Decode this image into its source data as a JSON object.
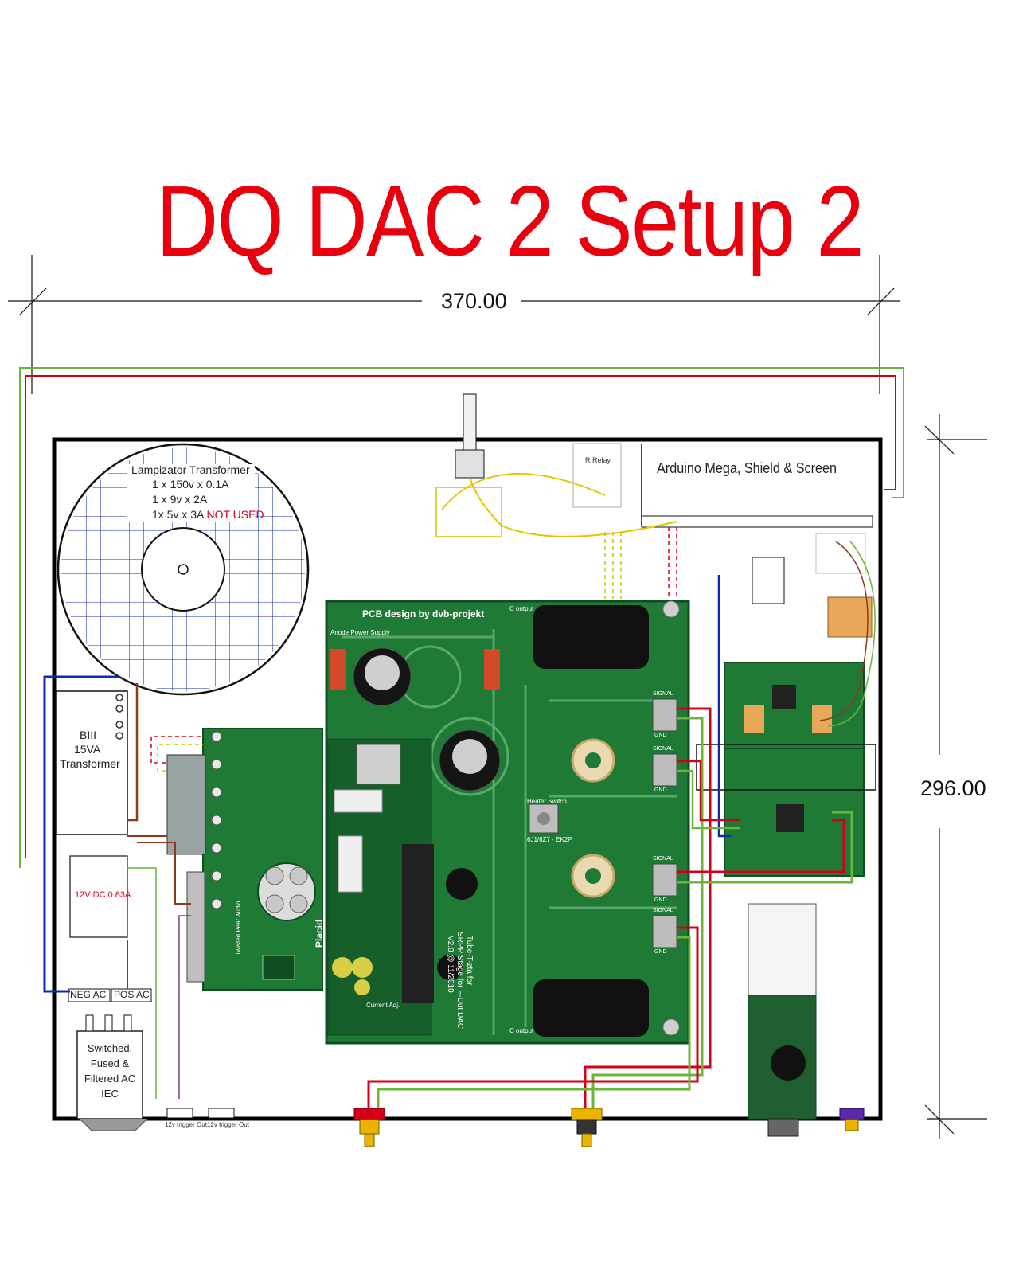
{
  "title": "DQ DAC 2 Setup 2",
  "dimensions": {
    "width": "370.00",
    "height": "296.00"
  },
  "transformer_main": {
    "name": "Lampizator Transformer",
    "line1": "1 x 150v x 0.1A",
    "line2": "1 x 9v x 2A",
    "line3_prefix": "1x 5v x 3A",
    "line3_suffix": "NOT USED"
  },
  "transformer_small": {
    "line1": "BIII",
    "line2": "15VA",
    "line3": "Transformer"
  },
  "psu_12v": {
    "label": "12V DC 0.83A"
  },
  "ac_terminals": {
    "neg": "NEG AC",
    "pos": "POS AC"
  },
  "iec": {
    "line1": "Switched,",
    "line2": "Fused &",
    "line3": "Filtered AC",
    "line4": "IEC"
  },
  "arduino": {
    "label": "Arduino Mega, Shield & Screen",
    "relay": "R Relay"
  },
  "main_pcb": {
    "design_credit": "PCB design by dvb-projekt",
    "anode_supply": "Anode Power Supply",
    "heater_switch": "Heater Switch",
    "tube_types": "6J1/6Z7 - EK2P",
    "current_adj": "Current Adj.",
    "c_output": "C output",
    "title_line1": "Tube-T-zta for",
    "title_line2": "SRPP Stage for F-Dut DAC",
    "title_line3": "V2.0 @ 11/2010"
  },
  "left_pcb": {
    "name": "Placid",
    "sub": "Twisted Pear Audio"
  },
  "outputs": {
    "signal": "SIGNAL",
    "gnd": "GND"
  },
  "trigger": {
    "left": "12v trigger Out",
    "right": "12v trigger Out"
  },
  "colors": {
    "title": "#e8000e",
    "chassis": "#000000",
    "pcb_green": "#1f7a35",
    "pcb_dark": "#0f4d22",
    "wire_red": "#d4001a",
    "wire_green": "#6cb43a",
    "wire_blue": "#0a2ca8",
    "wire_brown": "#8b3a1a",
    "wire_yellow": "#e6c400",
    "grid_blue": "#1a2fb0"
  }
}
